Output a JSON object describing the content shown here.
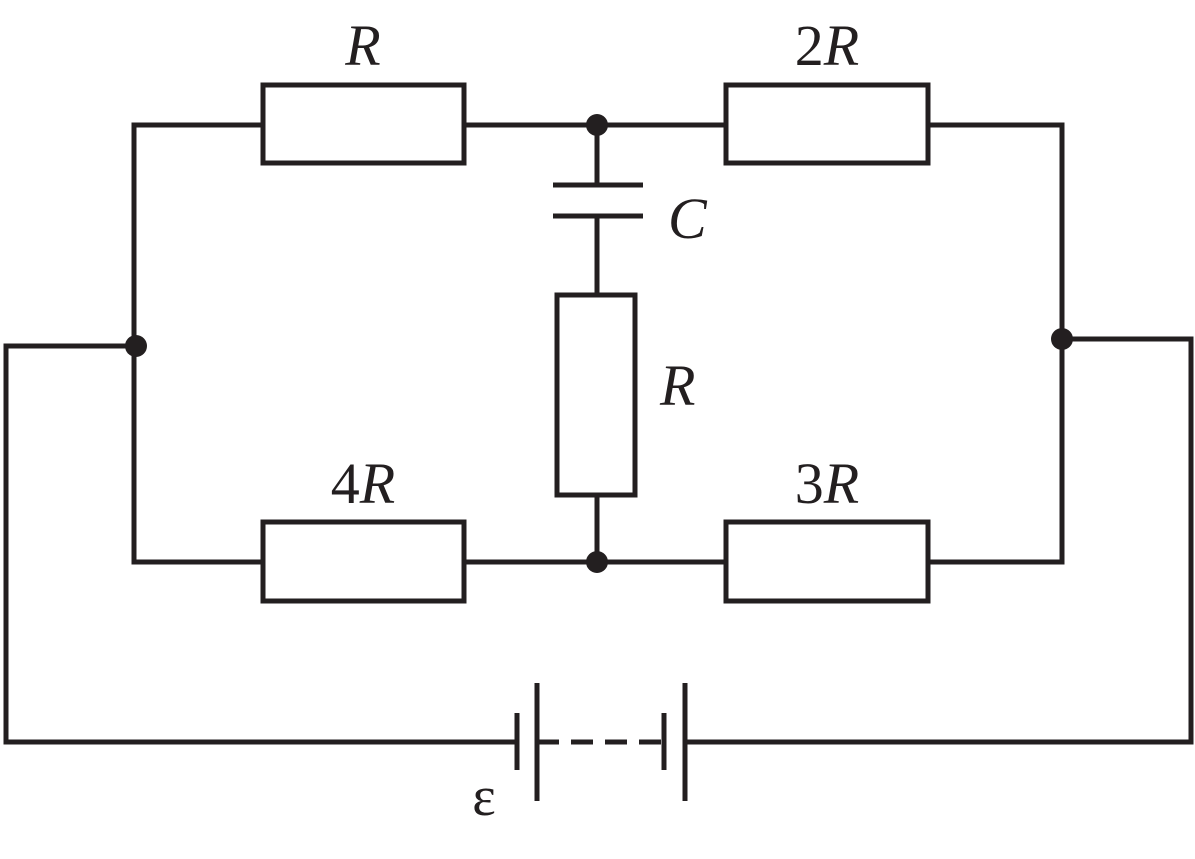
{
  "diagram": {
    "resistors": {
      "top_left": {
        "coef": "",
        "symbol": "R"
      },
      "top_right": {
        "coef": "2",
        "symbol": "R"
      },
      "middle": {
        "coef": "",
        "symbol": "R"
      },
      "bottom_left": {
        "coef": "4",
        "symbol": "R"
      },
      "bottom_right": {
        "coef": "3",
        "symbol": "R"
      }
    },
    "capacitor": {
      "label": "C"
    },
    "battery": {
      "label": "ε"
    }
  }
}
